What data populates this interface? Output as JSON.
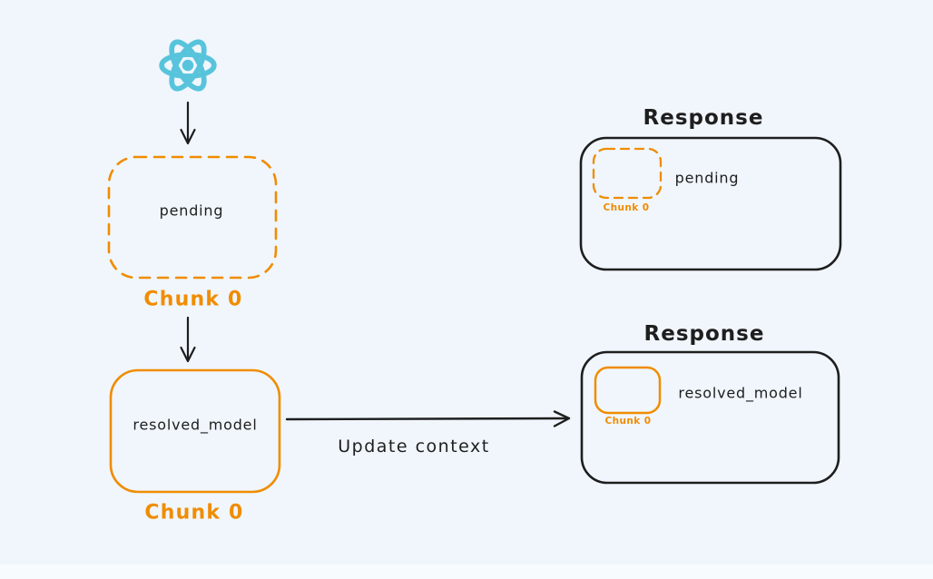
{
  "colors": {
    "background": "#f0f6fc",
    "ink": "#1e1e1e",
    "orange": "#f08c00",
    "react_blue": "#58c4dc"
  },
  "flow": {
    "source_icon": "react-logo",
    "pending_box": {
      "label": "pending",
      "chunk_label": "Chunk 0",
      "border_style": "dashed"
    },
    "resolved_box": {
      "label": "resolved_model",
      "chunk_label": "Chunk 0",
      "border_style": "solid"
    },
    "update_arrow_label": "Update context"
  },
  "responses": [
    {
      "title": "Response",
      "state_label": "pending",
      "chunk_label": "Chunk 0",
      "chunk_border_style": "dashed"
    },
    {
      "title": "Response",
      "state_label": "resolved_model",
      "chunk_label": "Chunk 0",
      "chunk_border_style": "solid"
    }
  ]
}
